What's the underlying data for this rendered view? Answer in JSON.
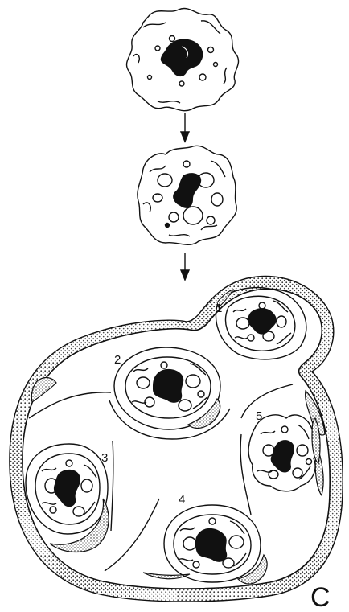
{
  "figure": {
    "panel_label": "C",
    "cell_labels": [
      "1",
      "2",
      "3",
      "4",
      "5"
    ]
  },
  "colors": {
    "ink": "#111111",
    "paper": "#ffffff",
    "stipple": "#555555"
  }
}
